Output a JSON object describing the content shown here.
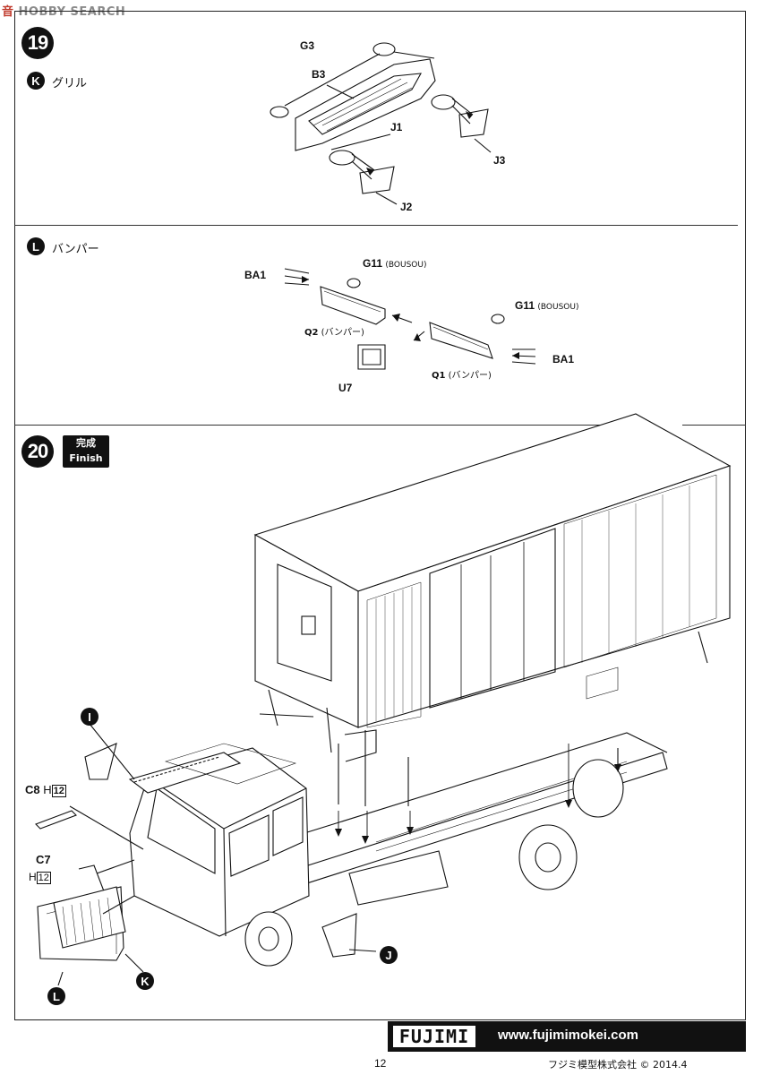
{
  "watermark": {
    "cn": "音",
    "text": "HOBBY SEARCH"
  },
  "step19": {
    "number": "19",
    "grille": {
      "badge": "K",
      "label": "グリル",
      "parts": {
        "g3": "G3",
        "b3": "B3",
        "j1": "J1",
        "j2": "J2",
        "j3": "J3"
      }
    },
    "bumper": {
      "badge": "L",
      "label": "バンパー",
      "parts": {
        "ba1_left": "BA1",
        "ba1_right": "BA1",
        "g11_left": "G11",
        "g11_left_note": "(BOUSOU)",
        "g11_right": "G11",
        "g11_right_note": "(BOUSOU)",
        "q2": "Q2",
        "q2_note": "(バンパー)",
        "q1": "Q1",
        "q1_note": "(バンパー)",
        "u7": "U7"
      }
    }
  },
  "step20": {
    "number": "20",
    "finish_jp": "完成",
    "finish_en": "Finish",
    "badges": {
      "i": "I",
      "j": "J",
      "k": "K",
      "l": "L"
    },
    "parts": {
      "c8": "C8",
      "c8_ref_h": "H",
      "c8_ref_n": "12",
      "c7": "C7",
      "c7_ref_h": "H",
      "c7_ref_n": "12"
    }
  },
  "footer": {
    "logo": "FUJIMI",
    "url": "www.fujimimokei.com",
    "page": "12",
    "copyright": "フジミ模型株式会社 © 2014.4"
  }
}
